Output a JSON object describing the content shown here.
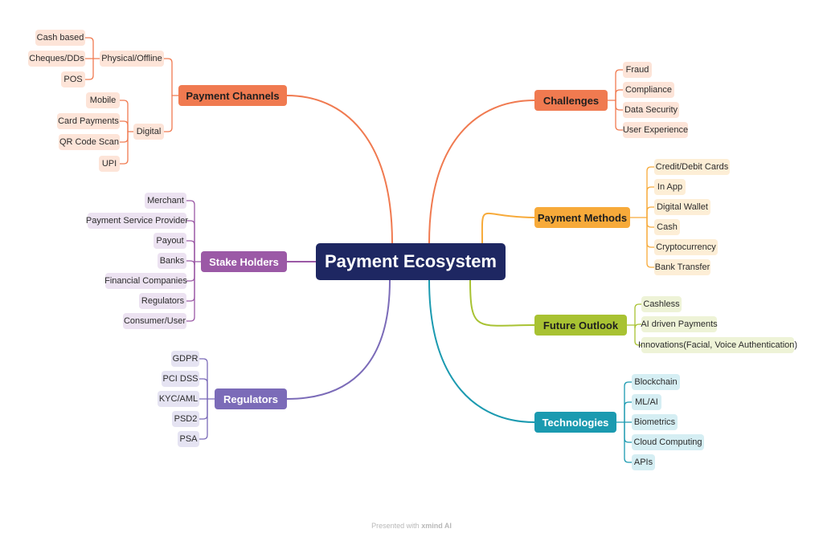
{
  "root": {
    "label": "Payment Ecosystem",
    "color": "#1e2762"
  },
  "branches": {
    "payment_channels": {
      "label": "Payment Channels",
      "color": "#f07a50",
      "leaf_bg": "#fde4d8",
      "light_text": false,
      "groups": {
        "physical": {
          "label": "Physical/Offline",
          "items": [
            "Cash based",
            "Cheques/DDs",
            "POS"
          ]
        },
        "digital": {
          "label": "Digital",
          "items": [
            "Mobile",
            "Card Payments",
            "QR Code Scan",
            "UPI"
          ]
        }
      }
    },
    "stake_holders": {
      "label": "Stake Holders",
      "color": "#9b59a6",
      "leaf_bg": "#ece2f1",
      "light_text": true,
      "items": [
        "Merchant",
        "Payment Service Provider",
        "Payout",
        "Banks",
        "Financial Companies",
        "Regulators",
        "Consumer/User"
      ]
    },
    "regulators": {
      "label": "Regulators",
      "color": "#7b6bb8",
      "leaf_bg": "#e5e3f2",
      "light_text": true,
      "items": [
        "GDPR",
        "PCI DSS",
        "KYC/AML",
        "PSD2",
        "PSA"
      ]
    },
    "challenges": {
      "label": "Challenges",
      "color": "#f07a50",
      "leaf_bg": "#fde4d8",
      "light_text": false,
      "items": [
        "Fraud",
        "Compliance",
        "Data Security",
        "User Experience"
      ]
    },
    "payment_methods": {
      "label": "Payment Methods",
      "color": "#f7aa3a",
      "leaf_bg": "#fdeed6",
      "light_text": false,
      "items": [
        "Credit/Debit Cards",
        "In App",
        "Digital Wallet",
        "Cash",
        "Cryptocurrency",
        "Bank Transfer"
      ]
    },
    "future_outlook": {
      "label": "Future Outlook",
      "color": "#a8c232",
      "leaf_bg": "#eef3d7",
      "light_text": false,
      "items": [
        "Cashless",
        "AI driven Payments",
        "Innovations(Facial, Voice Authentication)"
      ]
    },
    "technologies": {
      "label": "Technologies",
      "color": "#1b9ab0",
      "leaf_bg": "#d5eef3",
      "light_text": true,
      "items": [
        "Blockchain",
        "ML/AI",
        "Biometrics",
        "Cloud Computing",
        "APIs"
      ]
    }
  },
  "footer": {
    "prefix": "Presented with",
    "brand": "xmind AI"
  }
}
